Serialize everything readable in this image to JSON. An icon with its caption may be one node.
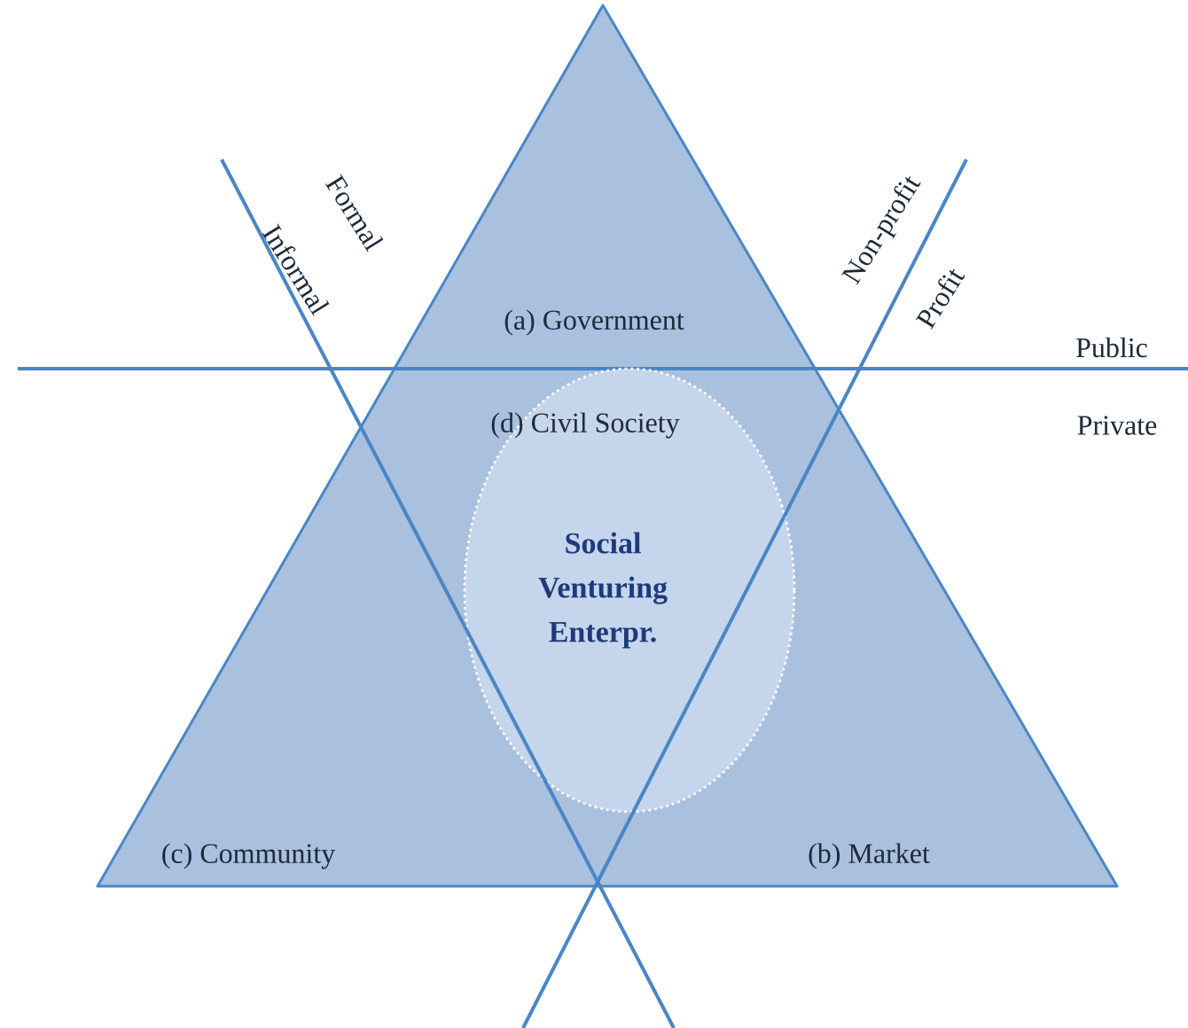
{
  "diagram": {
    "nodes": [
      {
        "text": [
          "(a) Government",
          "(c) Community",
          "(b) Market"
        ]
      },
      {
        "text": [
          "(d) Civil Society",
          "Social Venturing Enterpr."
        ],
        "in": 0
      }
    ],
    "labels": [
      "Formal",
      "Informal",
      "Non-profit",
      "Profit",
      "Public",
      "Private"
    ]
  }
}
